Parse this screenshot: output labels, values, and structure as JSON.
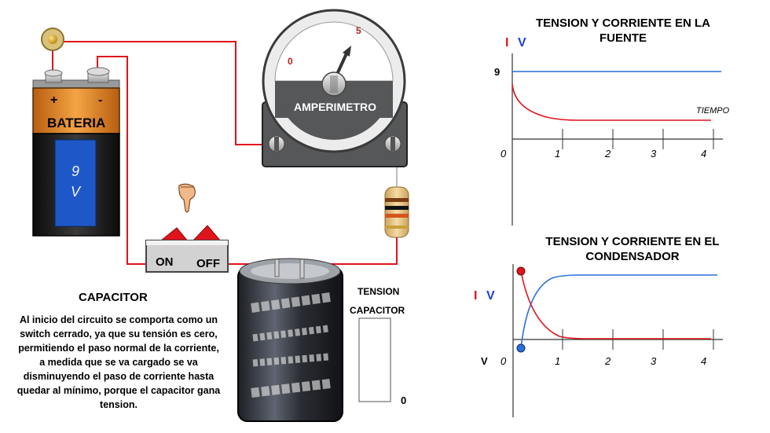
{
  "battery": {
    "plus": "+",
    "minus": "-",
    "label": "BATERIA",
    "voltage_number": "9",
    "voltage_unit": "V"
  },
  "ammeter": {
    "label": "AMPERIMETRO",
    "scale_min": "0",
    "scale_max": "5"
  },
  "switch": {
    "on_label": "ON",
    "off_label": "OFF"
  },
  "capacitor_panel": {
    "title": "CAPACITOR",
    "description": "Al inicio del circuito se comporta como un switch cerrado, ya que su tensión es cero, permitiendo el paso normal de la corriente, a medida que se va cargado se va disminuyendo el paso de corriente hasta quedar al mínimo, porque el capacitor gana tension."
  },
  "capacitor_meter": {
    "label_line1": "TENSION",
    "label_line2": "CAPACITOR",
    "value": "0"
  },
  "charts": {
    "source": {
      "title": "TENSION Y CORRIENTE EN LA FUENTE",
      "i_label": "I",
      "v_label": "V",
      "y_mark": "9",
      "x_label": "TIEMPO"
    },
    "capacitor": {
      "title": "TENSION Y CORRIENTE EN EL CONDENSADOR",
      "i_label": "I",
      "v_label": "V",
      "y_mark": "V"
    },
    "ticks": [
      "0",
      "1",
      "2",
      "3",
      "4"
    ]
  },
  "colors": {
    "current": "#e0141c",
    "voltage": "#2a6fdc",
    "wire": "#e0141c",
    "meter_body": "#555759",
    "battery_orange": "#e58a22",
    "battery_blue": "#1e58c8"
  },
  "icons": {
    "pointer": "pointing-hand-icon"
  }
}
